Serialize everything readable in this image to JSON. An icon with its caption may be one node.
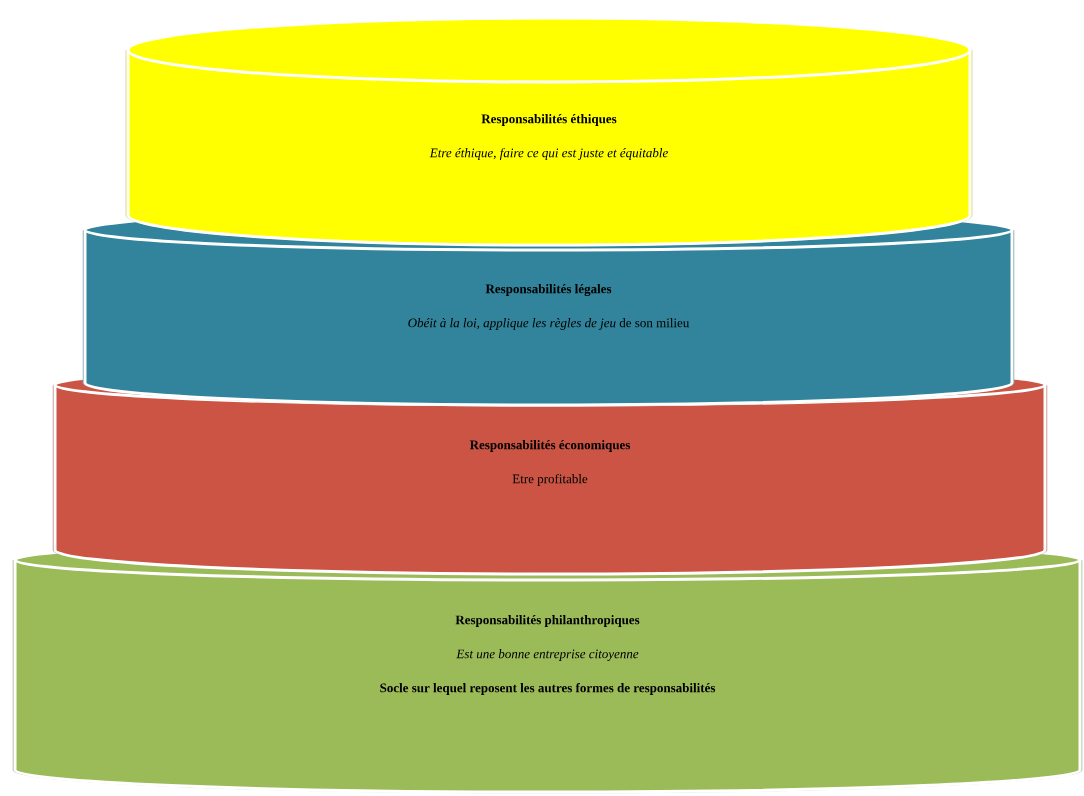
{
  "diagram": {
    "nodes": [
      {
        "text": [
          "Responsabilités éthiques",
          "Etre éthique, faire ce qui est juste et équitable"
        ]
      },
      {
        "text": [
          "Responsabilités légales",
          "*Obéit à la loi, applique les règles de jeu* de son milieu"
        ]
      },
      {
        "text": [
          "Responsabilités économiques",
          "Etre profitable"
        ]
      },
      {
        "text": [
          "Responsabilités philanthropiques",
          "Est une bonne entreprise citoyenne",
          "Socle sur lequel reposent les autres formes de responsabilités"
        ]
      }
    ]
  }
}
